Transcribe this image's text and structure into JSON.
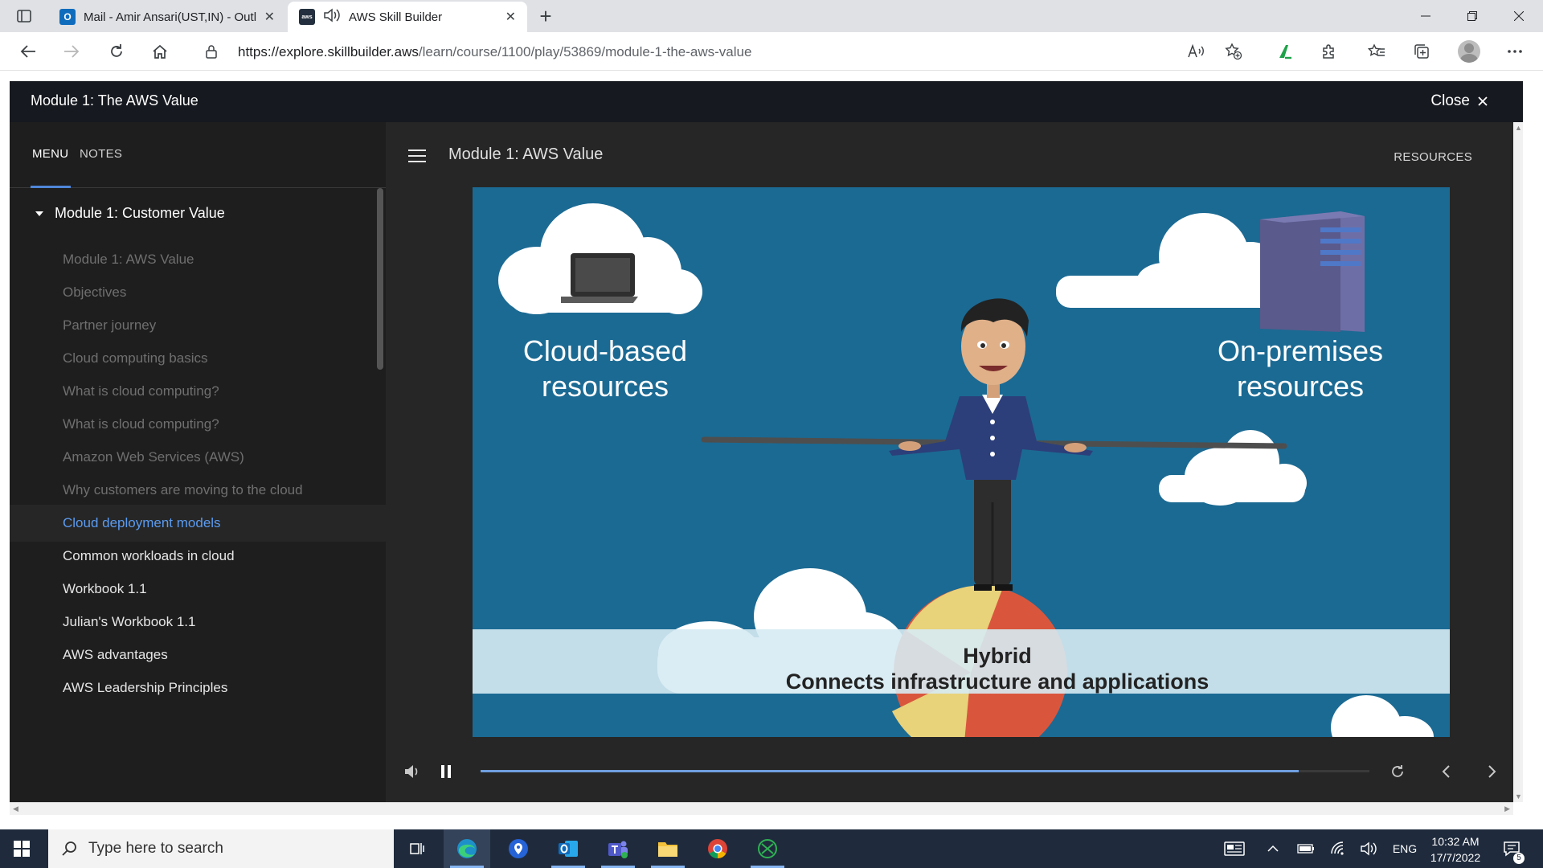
{
  "browser": {
    "tabs": [
      {
        "title": "Mail - Amir Ansari(UST,IN) - Outl",
        "icon": "outlook-icon",
        "active": false
      },
      {
        "title": "AWS Skill Builder",
        "icon": "aws-icon",
        "active": true
      }
    ],
    "url_host": "https://explore.skillbuilder.aws",
    "url_path": "/learn/course/1100/play/53869/module-1-the-aws-value",
    "favicon_labels": {
      "outlook": "O",
      "aws": "aws"
    }
  },
  "player": {
    "course_title": "Module 1: The AWS Value",
    "close_label": "Close",
    "sidebar_tabs": {
      "menu": "MENU",
      "notes": "NOTES"
    },
    "module_heading": "Module 1: Customer Value",
    "lessons": [
      {
        "label": "Module 1: AWS Value",
        "state": "visited"
      },
      {
        "label": "Objectives",
        "state": "visited"
      },
      {
        "label": "Partner journey",
        "state": "visited"
      },
      {
        "label": "Cloud computing basics",
        "state": "visited"
      },
      {
        "label": "What is cloud computing?",
        "state": "visited"
      },
      {
        "label": "What is cloud computing?",
        "state": "visited"
      },
      {
        "label": "Amazon Web Services (AWS)",
        "state": "visited"
      },
      {
        "label": "Why customers are moving to the cloud",
        "state": "visited"
      },
      {
        "label": "Cloud deployment models",
        "state": "current"
      },
      {
        "label": "Common workloads in cloud",
        "state": "unvisited"
      },
      {
        "label": "Workbook 1.1",
        "state": "unvisited"
      },
      {
        "label": "Julian's Workbook 1.1",
        "state": "unvisited"
      },
      {
        "label": "AWS advantages",
        "state": "unvisited"
      },
      {
        "label": "AWS Leadership Principles",
        "state": "unvisited"
      }
    ],
    "lesson_title": "Module 1: AWS Value",
    "resources_label": "RESOURCES",
    "video": {
      "left_label_line1": "Cloud-based",
      "left_label_line2": "resources",
      "right_label_line1": "On-premises",
      "right_label_line2": "resources",
      "caption_title": "Hybrid",
      "caption_subtitle": "Connects infrastructure and applications",
      "progress_fraction": 0.92
    },
    "colors": {
      "accent": "#5b9bf0",
      "slide_bg": "#1b6a93"
    }
  },
  "taskbar": {
    "search_placeholder": "Type here to search",
    "language": "ENG",
    "time": "10:32 AM",
    "date": "17/7/2022",
    "notification_count": "5"
  }
}
